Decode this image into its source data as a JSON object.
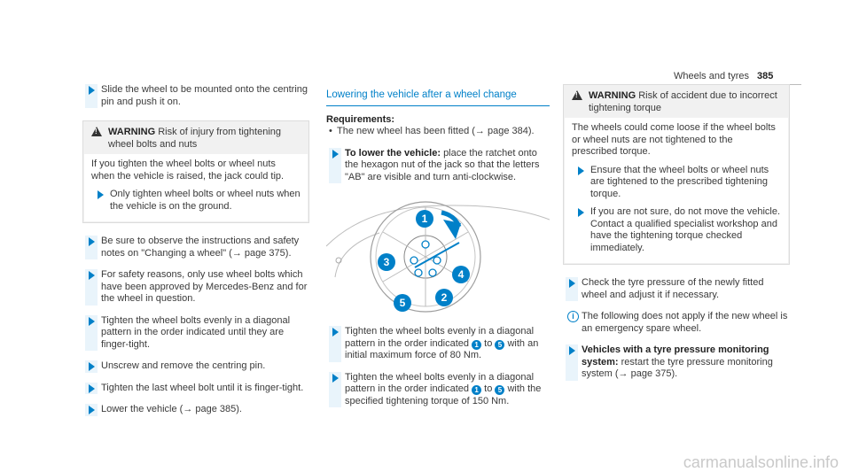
{
  "page_header": {
    "title": "Wheels and tyres",
    "page_number": "385"
  },
  "left_column": {
    "step_slide": "Slide the wheel to be mounted onto the centring pin and push it on.",
    "warning": {
      "label": "WARNING",
      "title": "Risk of injury from tightening wheel bolts and nuts",
      "body": "If you tighten the wheel bolts or wheel nuts when the vehicle is raised, the jack could tip.",
      "step": "Only tighten wheel bolts or wheel nuts when the vehicle is on the ground."
    },
    "steps": [
      "Be sure to observe the instructions and safety notes on \"Changing a wheel\" (→ page 375).",
      "For safety reasons, only use wheel bolts which have been approved by Mercedes-Benz and for the wheel in question.",
      "Tighten the wheel bolts evenly in a diagonal pattern in the order indicated until they are finger-tight.",
      "Unscrew and remove the centring pin.",
      "Tighten the last wheel bolt until it is finger-tight.",
      "Lower the vehicle (→ page 385)."
    ]
  },
  "middle_column": {
    "section_title": "Lowering the vehicle after a wheel change",
    "requirements_label": "Requirements:",
    "requirement": "The new wheel has been fitted (→ page 384).",
    "step_lower_label": "To lower the vehicle:",
    "step_lower_text": "place the ratchet onto the hexagon nut of the jack so that the letters \"AB\" are visible and turn anti-clockwise.",
    "diagram_labels": [
      "1",
      "2",
      "3",
      "4",
      "5"
    ],
    "step_initial_pre": "Tighten the wheel bolts evenly in a diagonal pattern in the order indicated",
    "step_initial_to": "to",
    "step_initial_post": "with an initial maximum force of 80 Nm.",
    "step_final_pre": "Tighten the wheel bolts evenly in a diagonal pattern in the order indicated",
    "step_final_to": "to",
    "step_final_post": "with the specified tightening torque of 150 Nm.",
    "badge_start": "1",
    "badge_end": "5"
  },
  "right_column": {
    "warning": {
      "label": "WARNING",
      "title": "Risk of accident due to incorrect tightening torque",
      "body": "The wheels could come loose if the wheel bolts or wheel nuts are not tightened to the prescribed torque.",
      "steps": [
        "Ensure that the wheel bolts or wheel nuts are tightened to the prescribed tightening torque.",
        "If you are not sure, do not move the vehicle. Contact a qualified specialist workshop and have the tightening torque checked immediately."
      ]
    },
    "step_check": "Check the tyre pressure of the newly fitted wheel and adjust it if necessary.",
    "note": "The following does not apply if the new wheel is an emergency spare wheel.",
    "step_tpms_label": "Vehicles with a tyre pressure monitoring system:",
    "step_tpms_text": "restart the tyre pressure monitoring system (→ page 375)."
  },
  "watermark": "carmanualsonline.info",
  "colors": {
    "accent": "#0080c8",
    "text": "#3a3a3a"
  }
}
